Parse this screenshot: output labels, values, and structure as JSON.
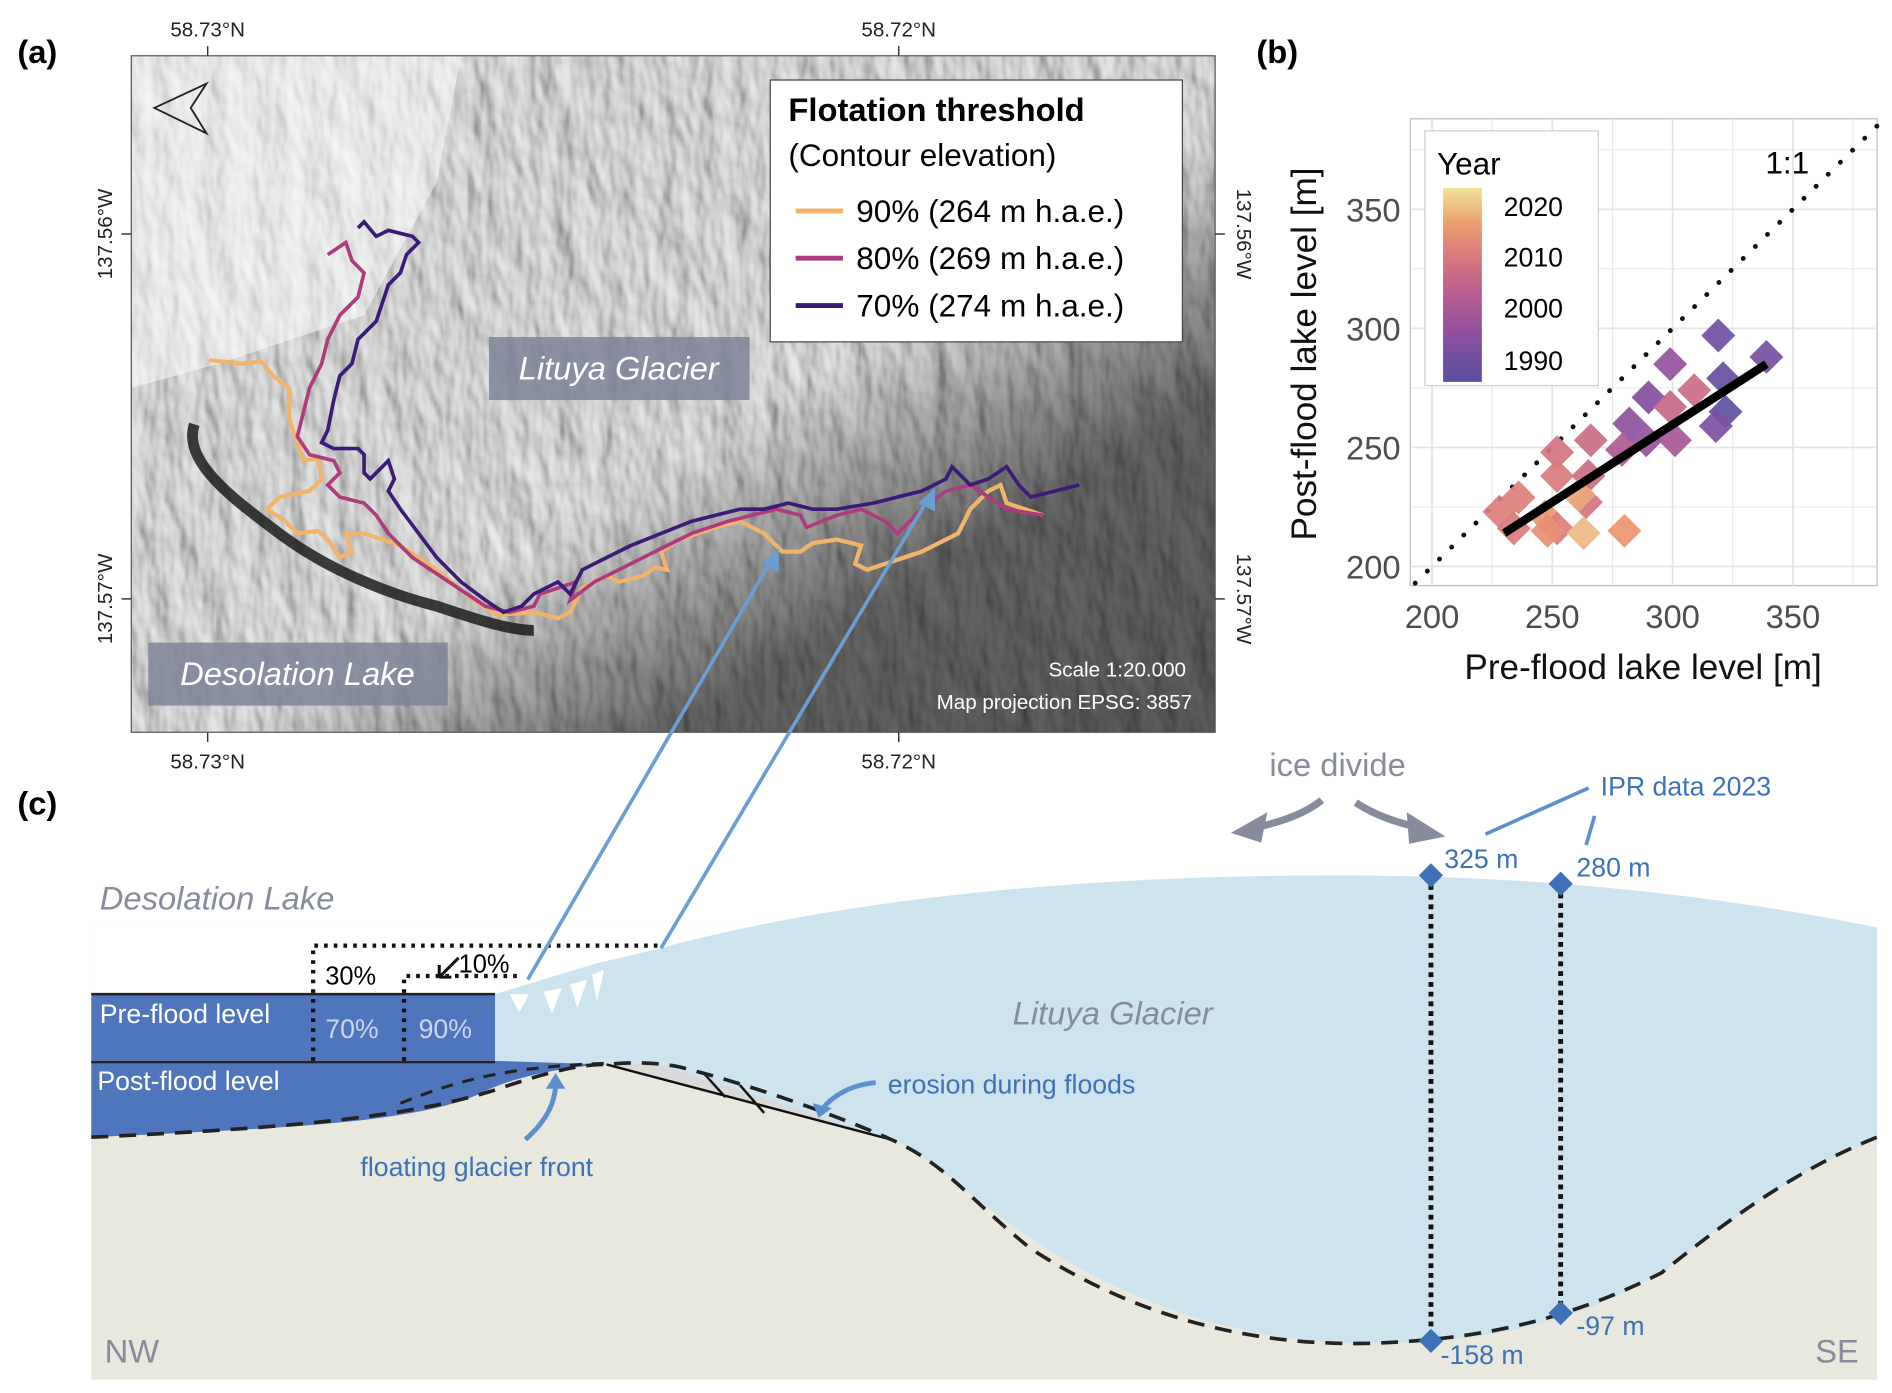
{
  "panel_labels": {
    "a": "(a)",
    "b": "(b)",
    "c": "(c)"
  },
  "map": {
    "top_ticks": [
      "58.73°N",
      "58.72°N"
    ],
    "bottom_ticks": [
      "58.73°N",
      "58.72°N"
    ],
    "left_ticks": [
      "137.56°W",
      "137.57°W"
    ],
    "right_ticks": [
      "137.56°W",
      "137.57°W"
    ],
    "legend": {
      "title": "Flotation threshold",
      "subtitle": "(Contour elevation)",
      "items": [
        {
          "label": "90% (264 m h.a.e.)",
          "color": "#f2b36b"
        },
        {
          "label": "80% (269 m h.a.e.)",
          "color": "#b03a7e"
        },
        {
          "label": "70% (274 m h.a.e.)",
          "color": "#3b1a78"
        }
      ]
    },
    "glacier_label": "Lituya Glacier",
    "lake_label": "Desolation Lake",
    "scale": "Scale 1:20.000",
    "projection": "Map projection EPSG: 3857"
  },
  "chart_data": {
    "type": "scatter",
    "title": "",
    "xlabel": "Pre-flood lake level [m]",
    "ylabel": "Post-flood lake level [m]",
    "xlim": [
      191,
      385
    ],
    "ylim": [
      192,
      388
    ],
    "xticks": [
      "200",
      "250",
      "300",
      "350"
    ],
    "yticks": [
      "200",
      "250",
      "300",
      "350"
    ],
    "grid": true,
    "legend": {
      "title": "Year",
      "placement": "top-left",
      "labels": [
        "2020",
        "2010",
        "2000",
        "1990"
      ],
      "range": [
        1986,
        2023
      ]
    },
    "one_to_one_label": "1:1",
    "trend_line": {
      "x": [
        230,
        339
      ],
      "y": [
        214,
        285
      ]
    },
    "points": [
      {
        "x": 319,
        "y": 297,
        "year": 1990
      },
      {
        "x": 339,
        "y": 288,
        "year": 1991
      },
      {
        "x": 299,
        "y": 285,
        "year": 1996
      },
      {
        "x": 321,
        "y": 279,
        "year": 1988
      },
      {
        "x": 309,
        "y": 274,
        "year": 2003
      },
      {
        "x": 290,
        "y": 271,
        "year": 1993
      },
      {
        "x": 299,
        "y": 267,
        "year": 2002
      },
      {
        "x": 322,
        "y": 265,
        "year": 1987
      },
      {
        "x": 318,
        "y": 259,
        "year": 1992
      },
      {
        "x": 282,
        "y": 260,
        "year": 1995
      },
      {
        "x": 289,
        "y": 253,
        "year": 1996
      },
      {
        "x": 301,
        "y": 253,
        "year": 1998
      },
      {
        "x": 266,
        "y": 253,
        "year": 2003
      },
      {
        "x": 279,
        "y": 249,
        "year": 1999
      },
      {
        "x": 252,
        "y": 248,
        "year": 2004
      },
      {
        "x": 252,
        "y": 238,
        "year": 2005
      },
      {
        "x": 265,
        "y": 238,
        "year": 2003
      },
      {
        "x": 264,
        "y": 227,
        "year": 2004
      },
      {
        "x": 261,
        "y": 230,
        "year": 2013
      },
      {
        "x": 236,
        "y": 229,
        "year": 2006
      },
      {
        "x": 228,
        "y": 223,
        "year": 2006
      },
      {
        "x": 247,
        "y": 221,
        "year": 2010
      },
      {
        "x": 234,
        "y": 216,
        "year": 2005
      },
      {
        "x": 252,
        "y": 216,
        "year": 2006
      },
      {
        "x": 248,
        "y": 215,
        "year": 2009
      },
      {
        "x": 263,
        "y": 214,
        "year": 2016
      },
      {
        "x": 280,
        "y": 215,
        "year": 2010
      }
    ]
  },
  "section": {
    "lake_label": "Desolation Lake",
    "glacier_label": "Lituya Glacier",
    "pre_flood": "Pre-flood level",
    "post_flood": "Post-flood level",
    "pct_30": "30%",
    "pct_10": "10%",
    "pct_70": "70%",
    "pct_90": "90%",
    "floating_front": "floating glacier front",
    "erosion": "erosion during floods",
    "ice_divide": "ice divide",
    "ipr": "IPR data 2023",
    "surf1": "325 m",
    "surf2": "280 m",
    "bed1": "-158 m",
    "bed2": "-97 m",
    "nw": "NW",
    "se": "SE",
    "colors": {
      "lake": "#4f76bd",
      "ice": "#cde3ee",
      "ground": "#e9e8de",
      "annot": "#3d72b8"
    }
  }
}
